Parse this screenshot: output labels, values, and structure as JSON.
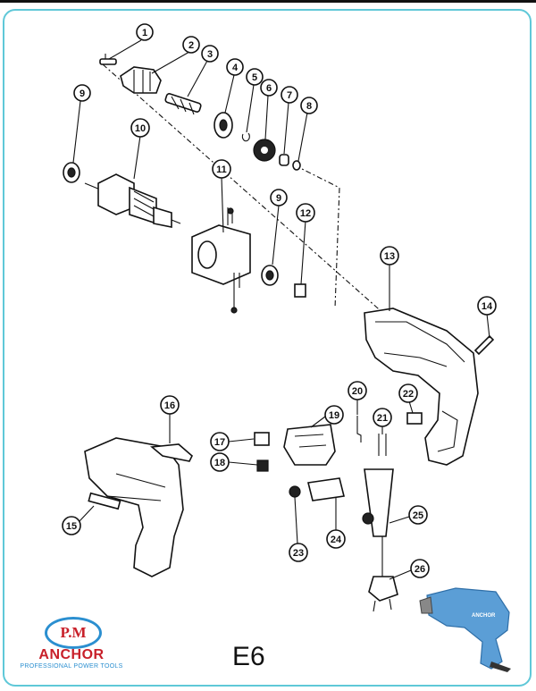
{
  "labels": [
    "1",
    "2",
    "3",
    "4",
    "5",
    "6",
    "7",
    "8",
    "9",
    "10",
    "11",
    "9",
    "12",
    "13",
    "14",
    "15",
    "16",
    "17",
    "18",
    "19",
    "20",
    "21",
    "22",
    "23",
    "24",
    "25",
    "26"
  ],
  "model": "E6",
  "logo": {
    "initials": "P.M",
    "brand": "ANCHOR",
    "tagline": "PROFESSIONAL POWER TOOLS",
    "photo_brand": "ANCHOR"
  },
  "colors": {
    "frame": "#5fc8d8",
    "logo_red": "#c8202a",
    "logo_blue": "#2b8fd0",
    "drill_body": "#5b9ed6"
  }
}
